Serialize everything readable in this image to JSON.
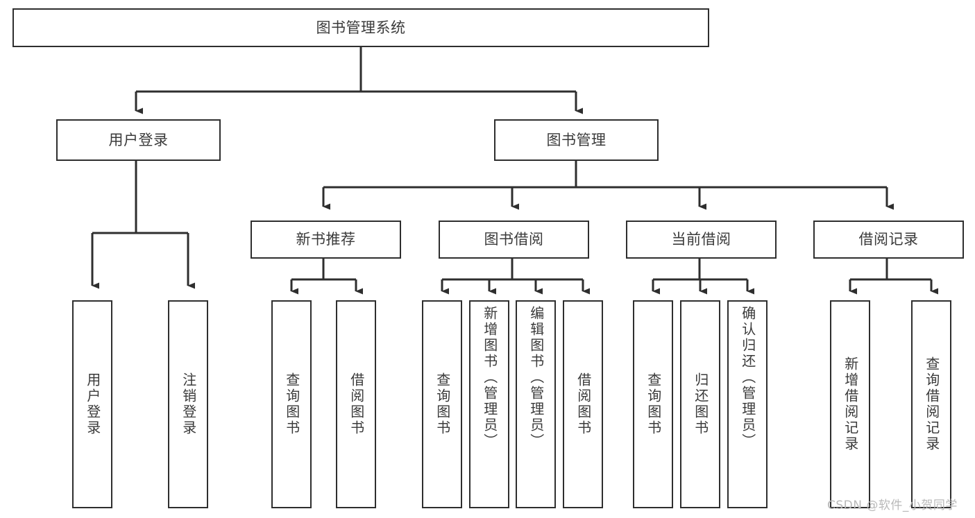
{
  "diagram": {
    "title": "图书管理系统",
    "type": "function-hierarchy-tree",
    "colors": {
      "background": "#ffffff",
      "border": "#2e2e2e",
      "text": "#3a3a3a",
      "watermark": "#b9b9b9"
    },
    "root": {
      "label": "图书管理系统"
    },
    "level1": [
      {
        "label": "用户登录"
      },
      {
        "label": "图书管理"
      }
    ],
    "level2": [
      {
        "label": "新书推荐"
      },
      {
        "label": "图书借阅"
      },
      {
        "label": "当前借阅"
      },
      {
        "label": "借阅记录"
      }
    ],
    "leaves": {
      "user_login": [
        {
          "label": "用户登录"
        },
        {
          "label": "注销登录"
        }
      ],
      "new_book_recommend": [
        {
          "label": "查询图书"
        },
        {
          "label": "借阅图书"
        }
      ],
      "book_borrow": [
        {
          "label": "查询图书"
        },
        {
          "label": "新增图书（管理员）"
        },
        {
          "label": "编辑图书（管理员）"
        },
        {
          "label": "借阅图书"
        }
      ],
      "current_borrow": [
        {
          "label": "查询图书"
        },
        {
          "label": "归还图书"
        },
        {
          "label": "确认归还（管理员）"
        }
      ],
      "borrow_record": [
        {
          "label": "新增借阅记录"
        },
        {
          "label": "查询借阅记录"
        }
      ]
    },
    "watermark": "CSDN @软件_小贺同学"
  }
}
